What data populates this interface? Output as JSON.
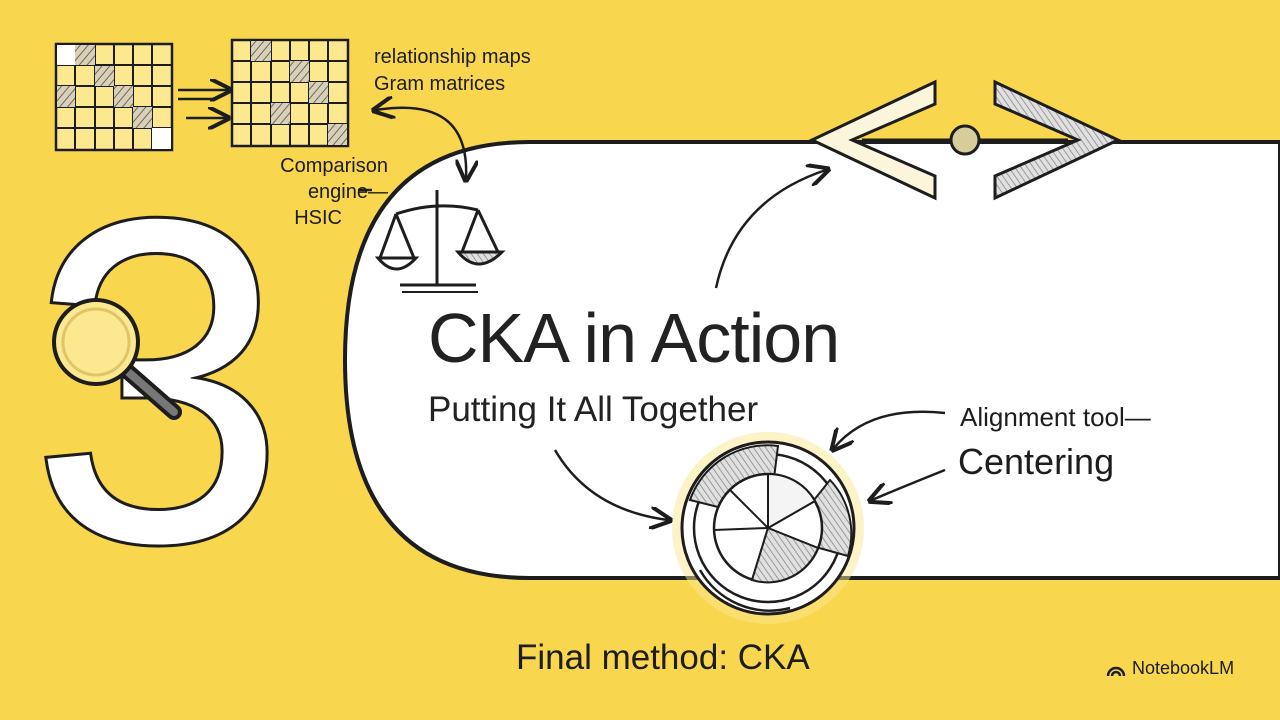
{
  "slide": {
    "big_number": "3",
    "title": "CKA in Action",
    "subtitle": "Putting It All Together"
  },
  "annotations": {
    "maps_line1": "relationship maps",
    "maps_line2": "Gram matrices",
    "engine_line1": "Comparison",
    "engine_line2": "engine—",
    "engine_line3": "HSIC",
    "align_line1": "Alignment tool—",
    "align_line2": "Centering",
    "final": "Final method: CKA"
  },
  "brand": {
    "name": "NotebookLM"
  },
  "colors": {
    "background": "#f8d64e",
    "panel": "#ffffff",
    "ink": "#1d1d1d",
    "accent_light": "#fbe88f"
  },
  "icons": [
    "gram-matrix-grid-icon",
    "magnifier-icon",
    "balance-scale-icon",
    "angle-brackets-icon",
    "circular-chart-icon",
    "notebooklm-logo-icon"
  ]
}
